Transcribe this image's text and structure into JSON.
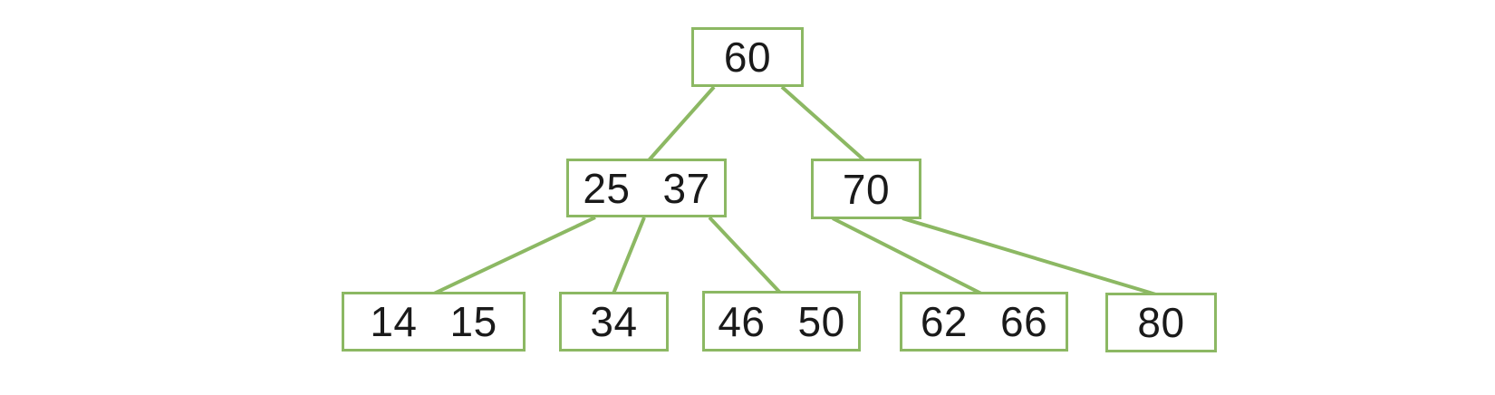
{
  "diagram": {
    "type": "tree",
    "description": "B-tree / 2-3 tree diagram with three levels of key nodes",
    "accent_color": "#8CB863",
    "text_color": "#1A1A1A",
    "background_color": "#FFFFFF",
    "nodes": [
      {
        "id": "root",
        "level": 0,
        "keys": [
          "60"
        ]
      },
      {
        "id": "internal-25-37",
        "level": 1,
        "keys": [
          "25",
          "37"
        ]
      },
      {
        "id": "internal-70",
        "level": 1,
        "keys": [
          "70"
        ]
      },
      {
        "id": "leaf-14-15",
        "level": 2,
        "keys": [
          "14",
          "15"
        ]
      },
      {
        "id": "leaf-34",
        "level": 2,
        "keys": [
          "34"
        ]
      },
      {
        "id": "leaf-46-50",
        "level": 2,
        "keys": [
          "46",
          "50"
        ]
      },
      {
        "id": "leaf-62-66",
        "level": 2,
        "keys": [
          "62",
          "66"
        ]
      },
      {
        "id": "leaf-80",
        "level": 2,
        "keys": [
          "80"
        ]
      }
    ],
    "edges": [
      {
        "from": "root",
        "to": "internal-25-37"
      },
      {
        "from": "root",
        "to": "internal-70"
      },
      {
        "from": "internal-25-37",
        "to": "leaf-14-15"
      },
      {
        "from": "internal-25-37",
        "to": "leaf-34"
      },
      {
        "from": "internal-25-37",
        "to": "leaf-46-50"
      },
      {
        "from": "internal-70",
        "to": "leaf-62-66"
      },
      {
        "from": "internal-70",
        "to": "leaf-80"
      }
    ]
  }
}
